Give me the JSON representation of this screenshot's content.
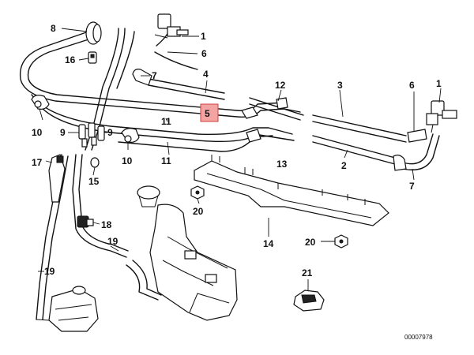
{
  "diagram": {
    "image_code": "00007978",
    "highlight_color": "#f4a3a3",
    "callouts": {
      "c1a": "1",
      "c1b": "1",
      "c2": "2",
      "c3": "3",
      "c4": "4",
      "c5": "5",
      "c6a": "6",
      "c6b": "6",
      "c7a": "7",
      "c7b": "7",
      "c8": "8",
      "c9a": "9",
      "c9b": "9",
      "c10a": "10",
      "c10b": "10",
      "c11a": "11",
      "c11b": "11",
      "c12": "12",
      "c13": "13",
      "c14": "14",
      "c15": "15",
      "c16": "16",
      "c17": "17",
      "c18": "18",
      "c19a": "19",
      "c19b": "19",
      "c20a": "20",
      "c20b": "20",
      "c21": "21"
    }
  }
}
